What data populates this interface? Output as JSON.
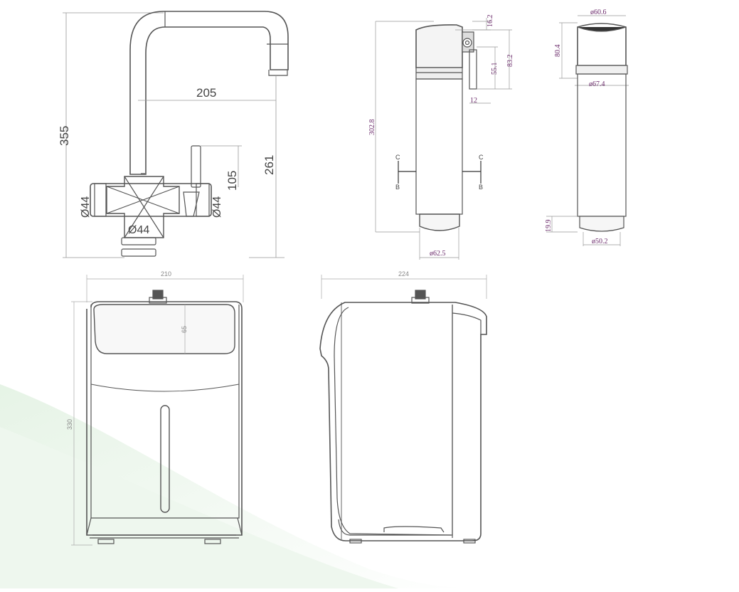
{
  "faucet": {
    "height": "355",
    "reach": "205",
    "spout_height": "261",
    "handle_height": "105",
    "body_diameter_left": "Ø44",
    "body_diameter_right": "Ø44",
    "body_diameter_bottom": "Ø44"
  },
  "filter_side": {
    "height": "302.8",
    "top_offset": "16.2",
    "bracket_height": "83.2",
    "bracket_inner": "55.1",
    "bracket_depth": "12",
    "base_diameter": "ø62.5",
    "section_c_left": "C",
    "section_b_left": "B",
    "section_c_right": "C",
    "section_b_right": "B"
  },
  "filter_front": {
    "top_diameter": "ø60.6",
    "head_height": "80.4",
    "collar_diameter": "ø67.4",
    "bottom_height": "19.9",
    "bottom_diameter": "ø50.2"
  },
  "boiler_front": {
    "width": "210",
    "height": "330",
    "window_height": "65"
  },
  "boiler_side": {
    "depth": "224"
  },
  "colors": {
    "line": "#555555",
    "dim": "#8a8a8a",
    "filter_label": "#6a2a6a",
    "background_accent": "#e6f3e6"
  }
}
